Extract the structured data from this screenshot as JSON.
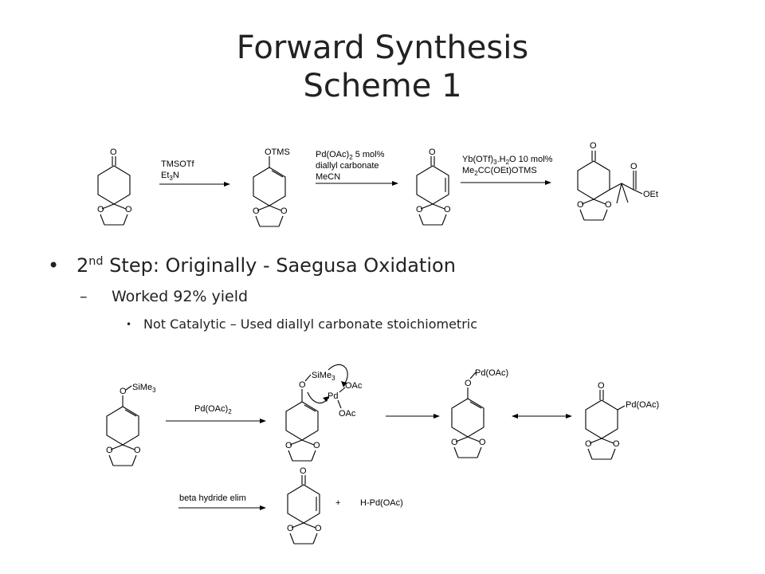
{
  "slide": {
    "title_line1": "Forward Synthesis",
    "title_line2": "Scheme 1"
  },
  "bullets": {
    "b1_prefix": "2",
    "b1_sup": "nd",
    "b1_rest": " Step: Originally - Saegusa Oxidation",
    "b2": "Worked 92% yield",
    "b3": "Not Catalytic – Used diallyl carbonate stoichiometric"
  },
  "scheme1": {
    "r1_line1": "TMSOTf",
    "r1_line2_main": "Et",
    "r1_line2_sub": "3",
    "r1_line2_end": "N",
    "r2_line1_main": "Pd(OAc)",
    "r2_line1_sub": "2",
    "r2_line1_end": " 5 mol%",
    "r2_line2": "diallyl carbonate",
    "r2_line3": "MeCN",
    "r3_line1_main": "Yb(OTf)",
    "r3_line1_sub": "3",
    "r3_line1_mid": ".H",
    "r3_line1_sub2": "2",
    "r3_line1_end": "O 10 mol%",
    "r3_line2_main": "Me",
    "r3_line2_sub": "2",
    "r3_line2_end": "CC(OEt)OTMS",
    "otms": "OTMS",
    "oet": "OEt",
    "o": "O"
  },
  "mechanism": {
    "sime3_main": "SiMe",
    "sime3_sub": "3",
    "reagent_main": "Pd(OAc)",
    "reagent_sub": "2",
    "oac": "OAc",
    "pd": "Pd",
    "pdoac": "Pd(OAc)",
    "beta": "beta hydride elim",
    "plus": "+",
    "hpd": "H-Pd(OAc)",
    "o": "O"
  }
}
